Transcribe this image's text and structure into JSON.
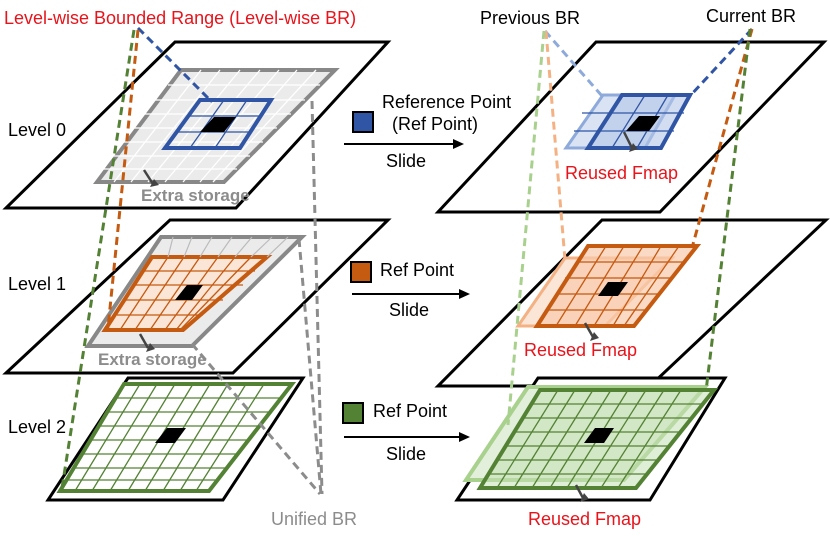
{
  "title": "Level-wise Bounded Range (Level-wise BR)",
  "labels": {
    "previous_br": "Previous BR",
    "current_br": "Current BR",
    "level0": "Level 0",
    "level1": "Level 1",
    "level2": "Level 2",
    "reference_point_line1": "Reference Point",
    "reference_point_line2": "(Ref Point)",
    "ref_point": "Ref Point",
    "slide": "Slide",
    "reused_fmap_0": "Reused  Fmap",
    "reused_fmap": "Reused Fmap",
    "extra_storage": "Extra storage",
    "unified_br": "Unified BR"
  },
  "colors": {
    "title_red": "#e8141b",
    "blue": "#2f55a4",
    "blue_light": "#8eaadb",
    "orange": "#c55a11",
    "orange_light": "#f4b183",
    "green": "#548235",
    "green_light": "#a9d18e",
    "gray": "#8c8c8c"
  }
}
